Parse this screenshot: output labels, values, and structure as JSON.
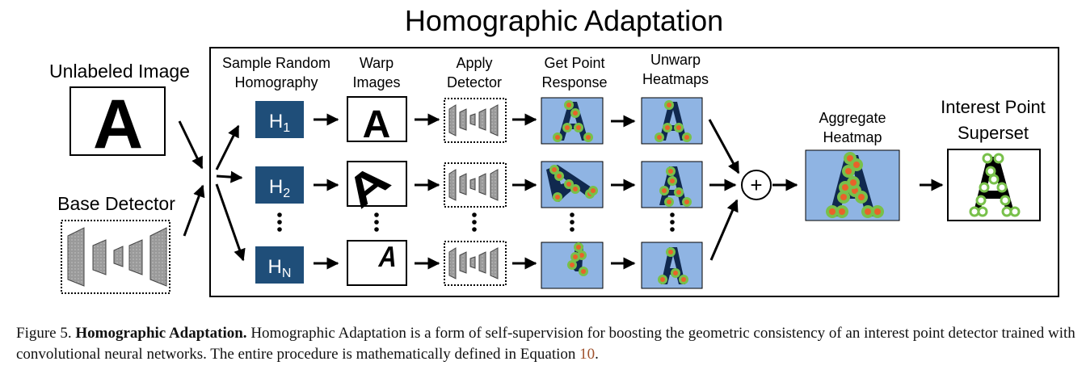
{
  "figure": {
    "title": "Homographic Adaptation",
    "inputs": {
      "image_label": "Unlabeled Image",
      "image_letter": "A",
      "detector_label": "Base Detector"
    },
    "steps": {
      "sample": [
        "Sample Random",
        "Homography"
      ],
      "warp": [
        "Warp",
        "Images"
      ],
      "apply": [
        "Apply",
        "Detector"
      ],
      "response": [
        "Get Point",
        "Response"
      ],
      "unwarp": [
        "Unwarp",
        "Heatmaps"
      ]
    },
    "homographies": [
      {
        "base": "H",
        "sub": "1"
      },
      {
        "base": "H",
        "sub": "2"
      },
      {
        "base": "H",
        "sub": "N"
      }
    ],
    "warped_letter": "A",
    "sum_symbol": "+",
    "aggregate": [
      "Aggregate",
      "Heatmap"
    ],
    "superset": [
      "Interest Point",
      "Superset"
    ],
    "colors": {
      "homography_box": "#1f4e79",
      "heatmap_bg": "#8fb4e3",
      "letter_dark": "#10294f",
      "point_green": "#78c04a",
      "point_orange": "#e8622a",
      "caption_ref": "#a0522d"
    }
  },
  "caption": {
    "lead": "Figure 5.",
    "title": "Homographic Adaptation.",
    "body": "Homographic Adaptation is a form of self-supervision for boosting the geometric consistency of an interest point detector trained with convolutional neural networks. The entire procedure is mathematically defined in Equation",
    "ref": "10",
    "end": "."
  }
}
